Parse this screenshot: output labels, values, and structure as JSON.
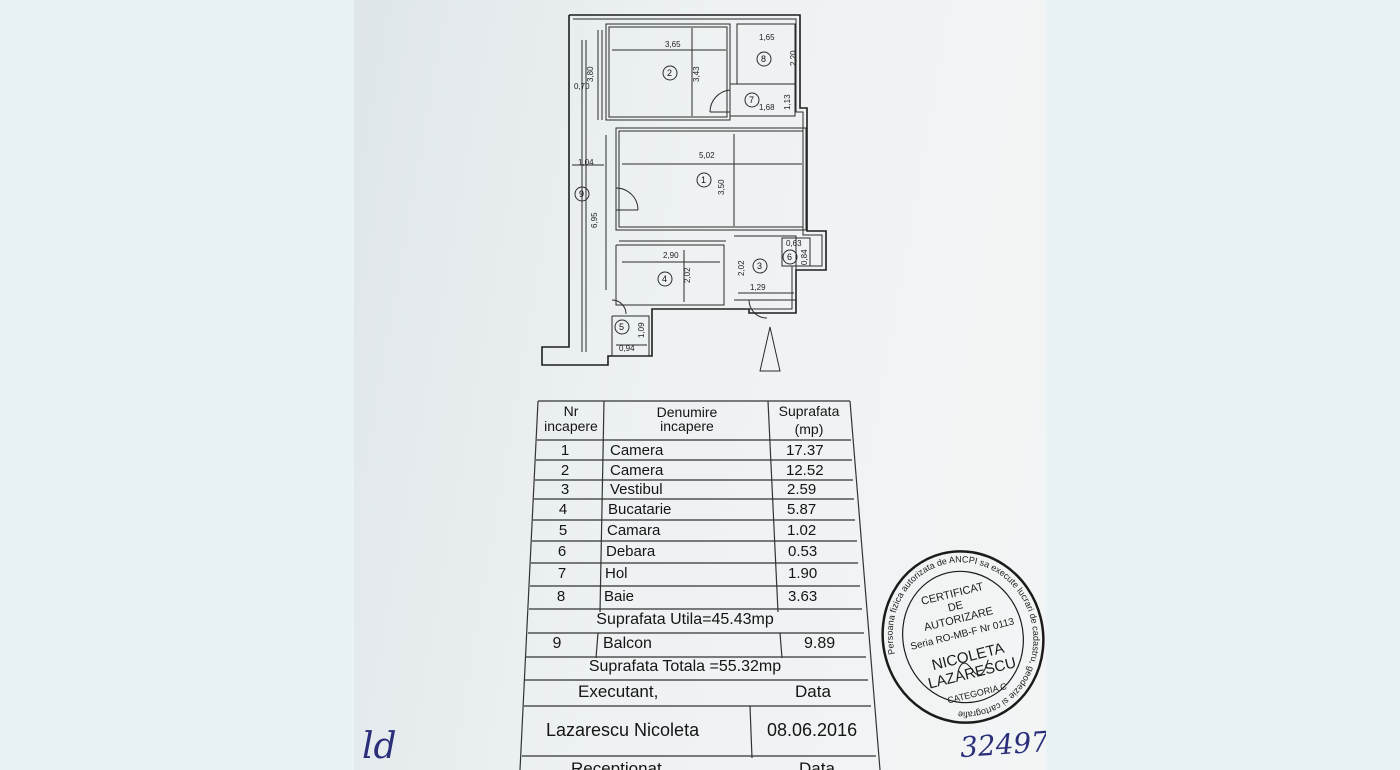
{
  "plan": {
    "dims": [
      "3,65",
      "3,43",
      "1,65",
      "2,20",
      "0,70",
      "3,80",
      "1,68",
      "1,13",
      "5,02",
      "3,50",
      "1,04",
      "6,95",
      "2,90",
      "2,02",
      "2,02",
      "0,63",
      "0,84",
      "1,29",
      "1,09",
      "0,94"
    ],
    "room_numbers": [
      "1",
      "2",
      "3",
      "4",
      "5",
      "6",
      "7",
      "8",
      "9"
    ]
  },
  "table": {
    "headers": {
      "nr": "Nr\nincapere",
      "name": "Denumire\nincapere",
      "area": "Suprafata\n(mp)"
    },
    "rows": [
      {
        "nr": "1",
        "name": "Camera",
        "area": "17.37"
      },
      {
        "nr": "2",
        "name": "Camera",
        "area": "12.52"
      },
      {
        "nr": "3",
        "name": "Vestibul",
        "area": "2.59"
      },
      {
        "nr": "4",
        "name": "Bucatarie",
        "area": "5.87"
      },
      {
        "nr": "5",
        "name": "Camara",
        "area": "1.02"
      },
      {
        "nr": "6",
        "name": "Debara",
        "area": "0.53"
      },
      {
        "nr": "7",
        "name": "Hol",
        "area": "1.90"
      },
      {
        "nr": "8",
        "name": "Baie",
        "area": "3.63"
      }
    ],
    "util_total": "Suprafata Utila=45.43mp",
    "balcon": {
      "nr": "9",
      "name": "Balcon",
      "area": "9.89"
    },
    "grand_total": "Suprafata Totala =55.32mp",
    "executant_label": "Executant,",
    "data_label": "Data",
    "executant_name": "Lazarescu Nicoleta",
    "executant_date": "08.06.2016",
    "receptionat_label": "Receptionat",
    "receptionat_data_label": "Data"
  },
  "stamp": {
    "line1": "CERTIFICAT",
    "line2": "DE",
    "line3": "AUTORIZARE",
    "line4": "Seria RO-MB-F Nr 0113",
    "name1": "NICOLETA",
    "name2": "LAZARESCU",
    "category": "CATEGORIA C",
    "ring": "Persoana fizica autorizata de ANCPI sa execute lucrari de cadastru, geodezie si cartografie"
  },
  "handwriting": {
    "left": "ld",
    "number": "32497"
  },
  "colors": {
    "ink": "#151515",
    "stamp": "#1b1b1b",
    "pen": "#2b2f7a"
  }
}
